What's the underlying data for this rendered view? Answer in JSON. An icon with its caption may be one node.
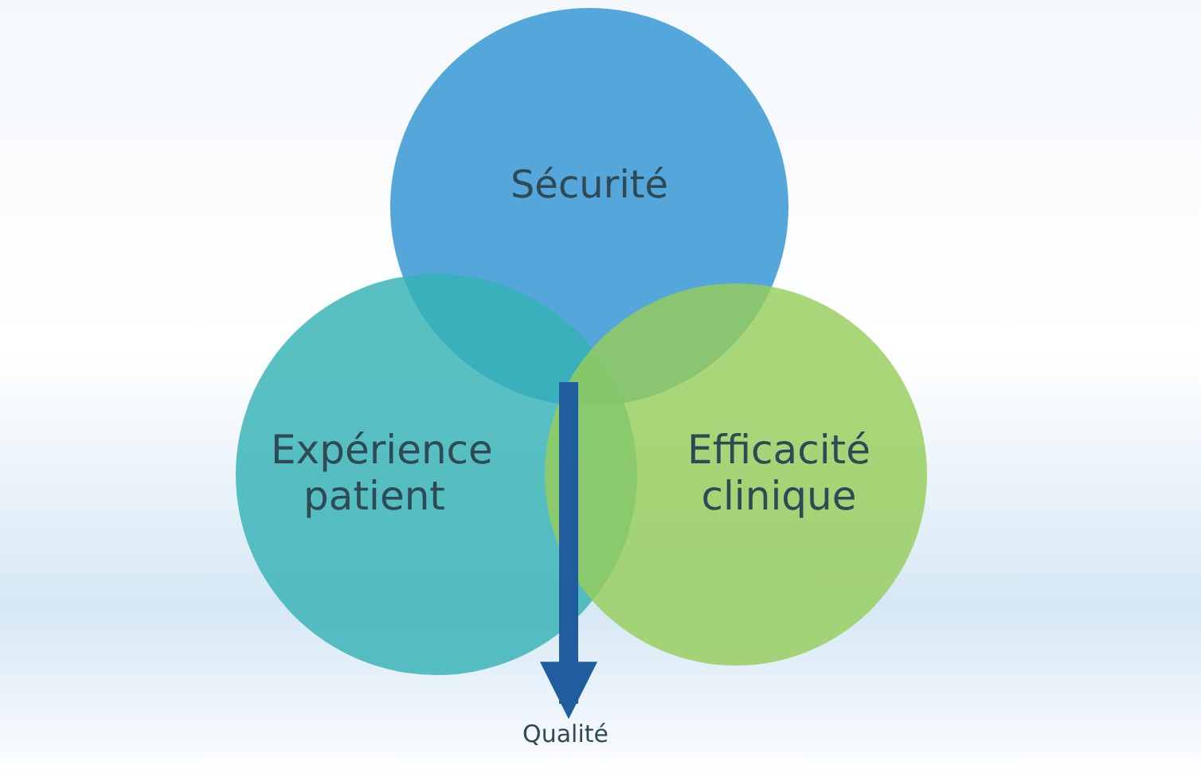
{
  "diagram": {
    "nodes": [
      {
        "text": [
          "Sécurité"
        ]
      },
      {
        "text": [
          "Expérience patient"
        ]
      },
      {
        "text": [
          "Efficacité clinique"
        ]
      },
      {
        "text": [
          "Qualité"
        ]
      }
    ],
    "edges": [
      {
        "from": 0,
        "to": 3,
        "arrow": "to"
      },
      {
        "from": 1,
        "to": 3,
        "arrow": "to"
      },
      {
        "from": 2,
        "to": 3,
        "arrow": "to"
      }
    ]
  }
}
